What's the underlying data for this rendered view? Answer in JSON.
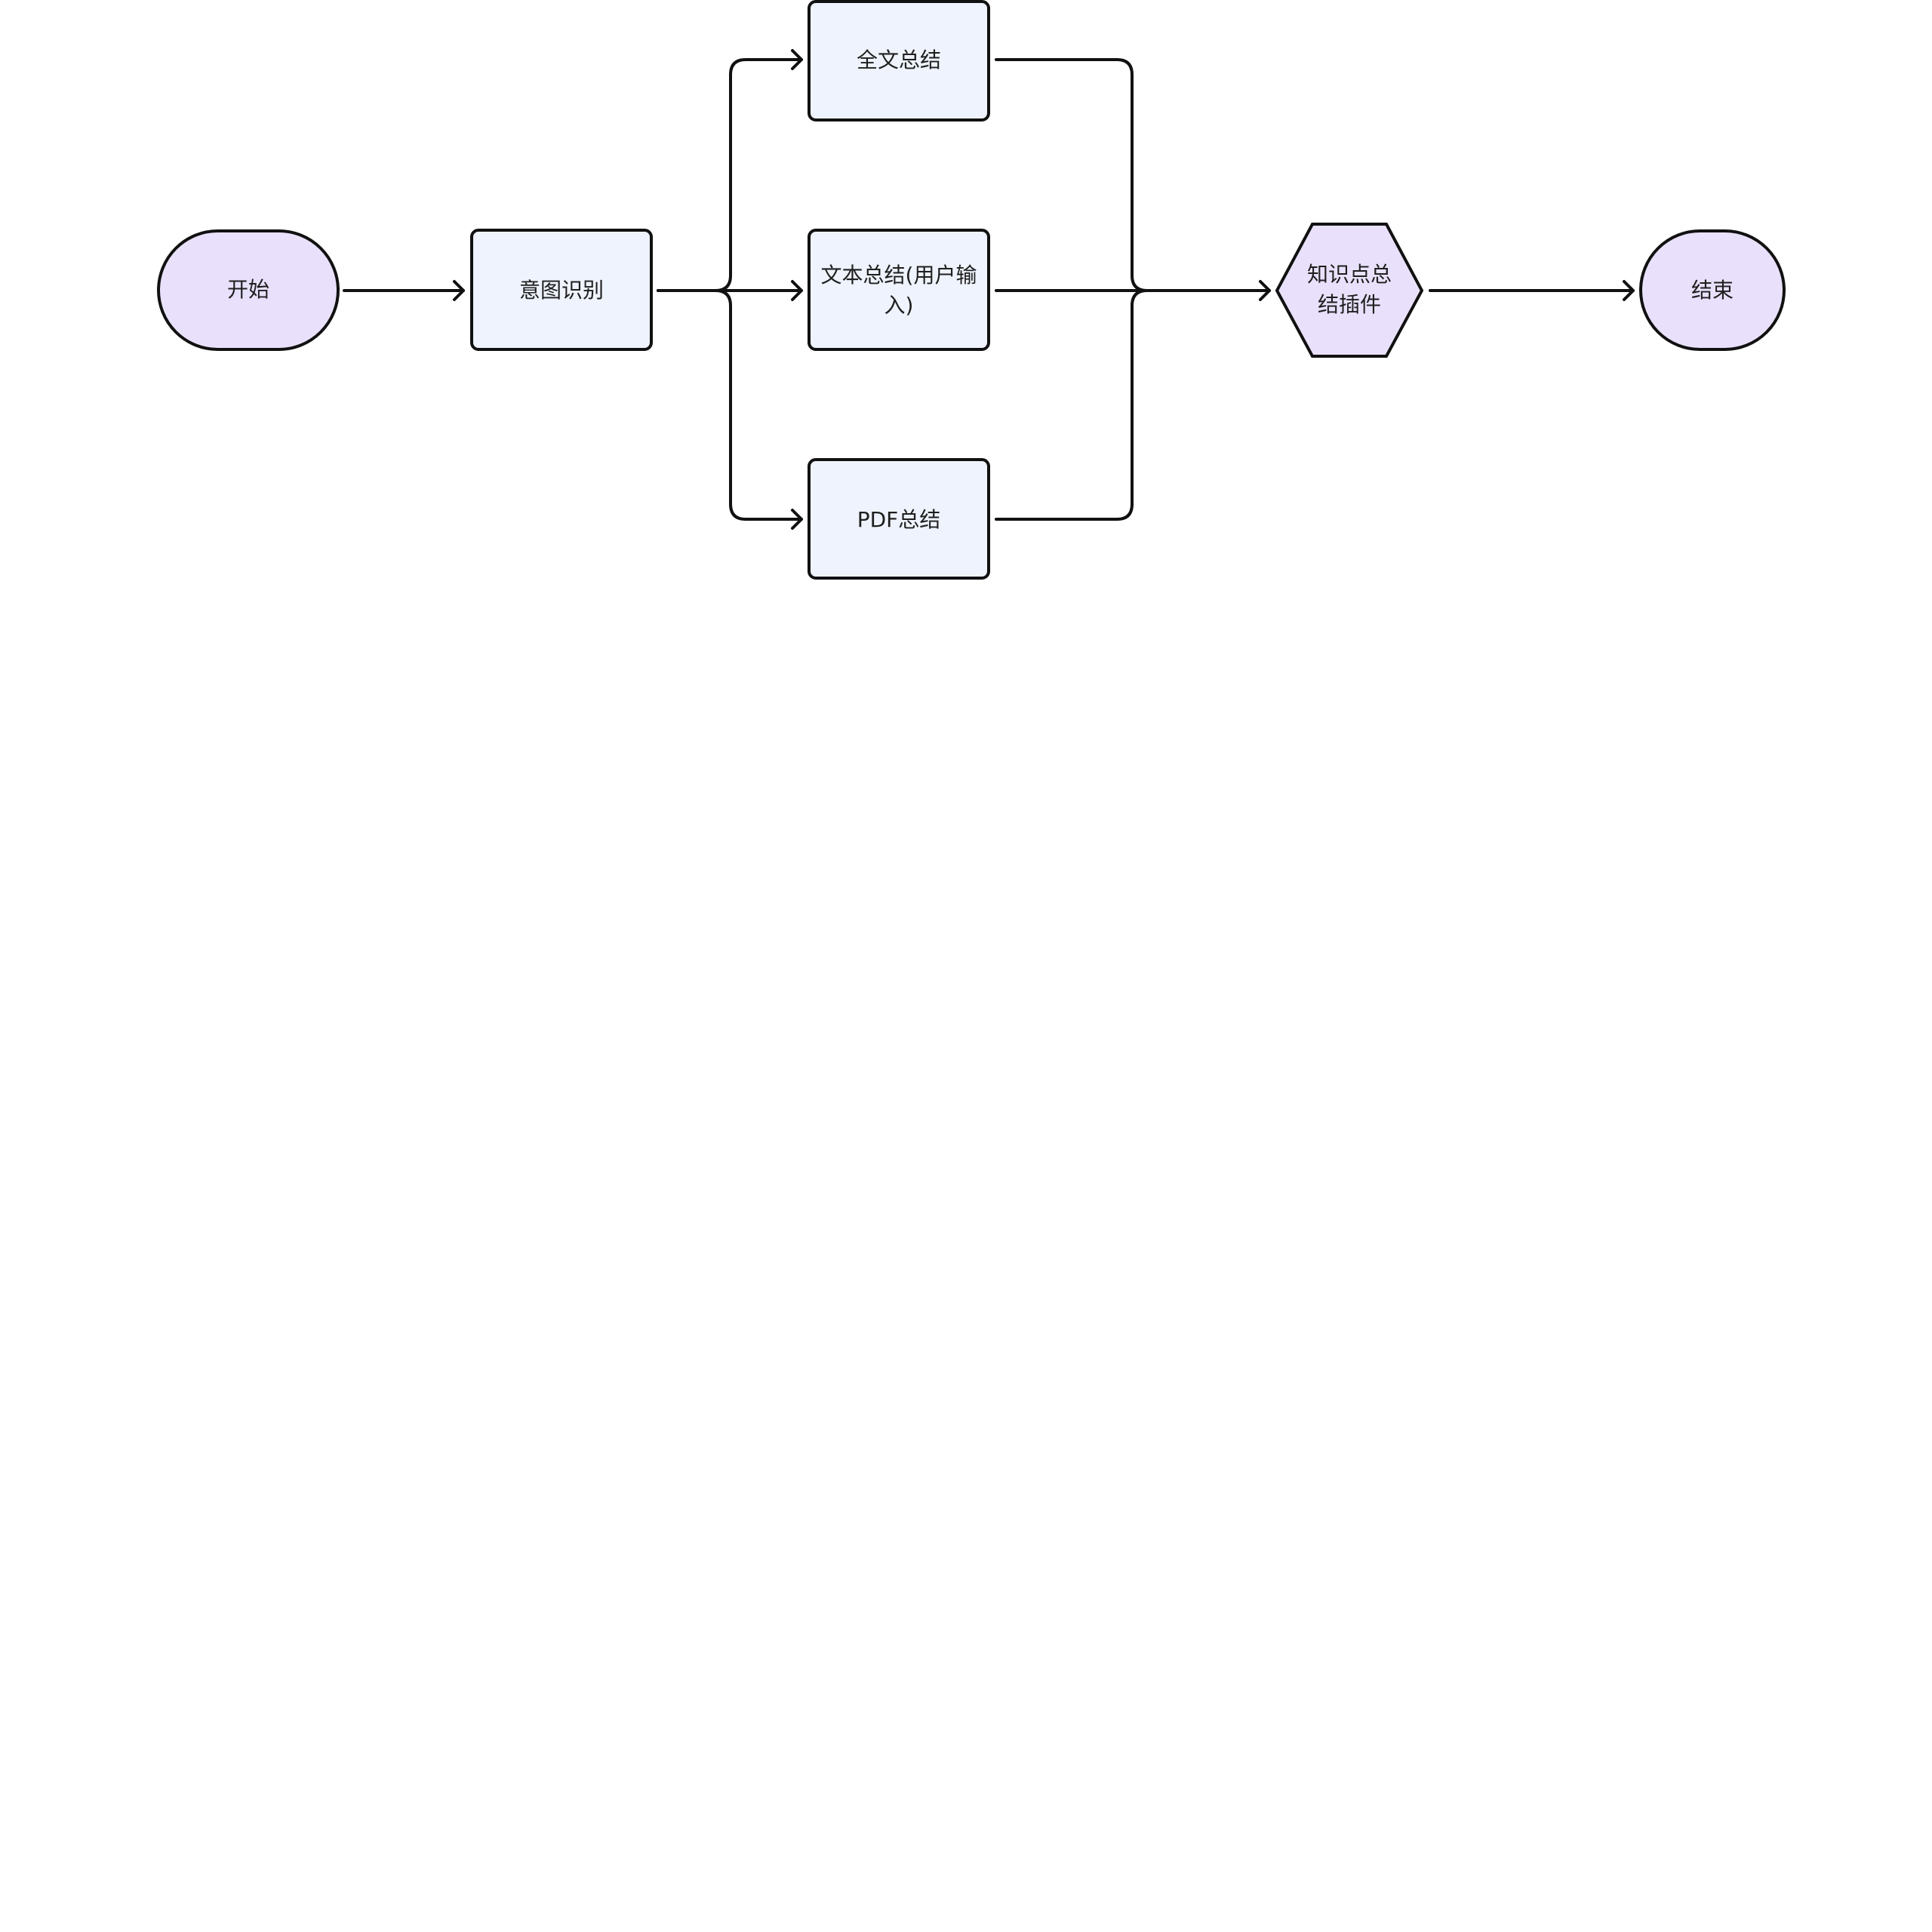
{
  "colors": {
    "terminal_fill": "#e9e1fb",
    "process_fill": "#eef3fd",
    "plugin_fill": "#e9e1fb",
    "stroke": "#111111",
    "text": "#1f1f1f",
    "background": "#ffffff"
  },
  "nodes": {
    "start": {
      "label": "开始",
      "shape": "stadium"
    },
    "intent": {
      "label": "意图识别",
      "shape": "rounded-rect"
    },
    "full_summary": {
      "label": "全文总结",
      "shape": "rounded-rect"
    },
    "text_summary": {
      "lines": [
        "文本总结(用户输",
        "入)"
      ],
      "shape": "rounded-rect"
    },
    "pdf_summary": {
      "label": "PDF总结",
      "shape": "rounded-rect"
    },
    "plugin": {
      "lines": [
        "知识点总",
        "结插件"
      ],
      "shape": "hexagon"
    },
    "end": {
      "label": "结束",
      "shape": "stadium"
    }
  },
  "edges": [
    {
      "from": "start",
      "to": "intent"
    },
    {
      "from": "intent",
      "to": "full_summary"
    },
    {
      "from": "intent",
      "to": "text_summary"
    },
    {
      "from": "intent",
      "to": "pdf_summary"
    },
    {
      "from": "full_summary",
      "to": "plugin"
    },
    {
      "from": "text_summary",
      "to": "plugin"
    },
    {
      "from": "pdf_summary",
      "to": "plugin"
    },
    {
      "from": "plugin",
      "to": "end"
    }
  ]
}
